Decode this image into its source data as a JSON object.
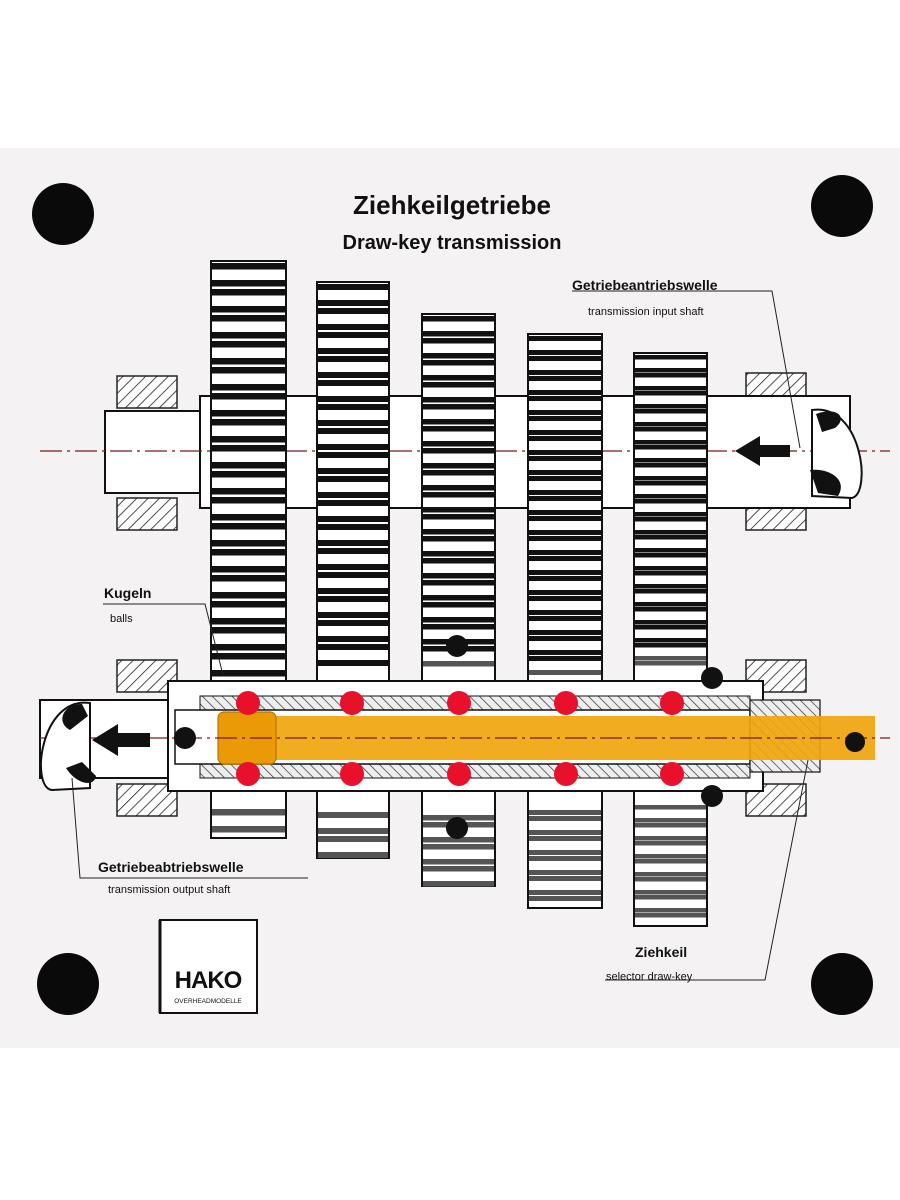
{
  "title": "Ziehkeilgetriebe",
  "subtitle": "Draw-key transmission",
  "labels": {
    "input_shaft_de": "Getriebeantriebswelle",
    "input_shaft_en": "transmission input shaft",
    "balls_de": "Kugeln",
    "balls_en": "balls",
    "output_shaft_de": "Getriebeabtriebswelle",
    "output_shaft_en": "transmission output shaft",
    "drawkey_de": "Ziehkeil",
    "drawkey_en": "selector draw-key"
  },
  "logo": {
    "text": "HAKO",
    "subtext": "OVERHEADMODELLE"
  },
  "colors": {
    "board": "#f4f2f2",
    "draw_key": "#f0a50c",
    "balls": "#e8102a",
    "ink": "#111111"
  },
  "gear_pairs": 5
}
